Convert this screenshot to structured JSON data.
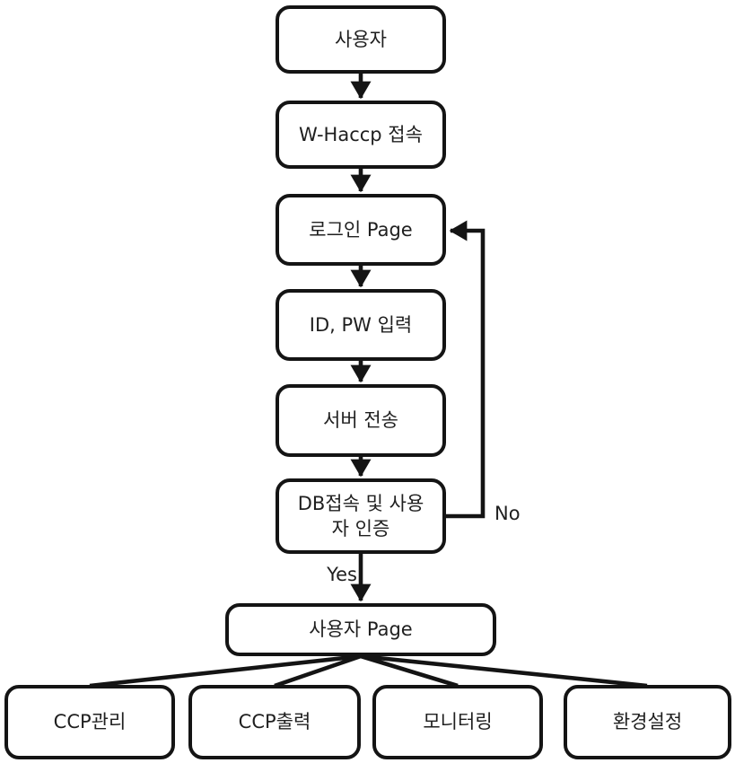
{
  "flow": {
    "nodes": [
      {
        "id": "user",
        "label": "사용자"
      },
      {
        "id": "whaccp-connect",
        "label": "W-Haccp 접속"
      },
      {
        "id": "login-page",
        "label": "로그인 Page"
      },
      {
        "id": "id-pw-input",
        "label": "ID, PW 입력"
      },
      {
        "id": "server-send",
        "label": "서버 전송"
      },
      {
        "id": "db-auth",
        "label": "DB접속 및 사용\n자 인증"
      },
      {
        "id": "user-page",
        "label": "사용자 Page"
      },
      {
        "id": "ccp-manage",
        "label": "CCP관리"
      },
      {
        "id": "ccp-print",
        "label": "CCP출력"
      },
      {
        "id": "monitoring",
        "label": "모니터링"
      },
      {
        "id": "env-settings",
        "label": "환경설정"
      }
    ],
    "edges": [
      {
        "from": "user",
        "to": "whaccp-connect",
        "label": ""
      },
      {
        "from": "whaccp-connect",
        "to": "login-page",
        "label": ""
      },
      {
        "from": "login-page",
        "to": "id-pw-input",
        "label": ""
      },
      {
        "from": "id-pw-input",
        "to": "server-send",
        "label": ""
      },
      {
        "from": "server-send",
        "to": "db-auth",
        "label": ""
      },
      {
        "from": "db-auth",
        "to": "user-page",
        "label": "Yes"
      },
      {
        "from": "db-auth",
        "to": "login-page",
        "label": "No"
      },
      {
        "from": "user-page",
        "to": "ccp-manage",
        "label": ""
      },
      {
        "from": "user-page",
        "to": "ccp-print",
        "label": ""
      },
      {
        "from": "user-page",
        "to": "monitoring",
        "label": ""
      },
      {
        "from": "user-page",
        "to": "env-settings",
        "label": ""
      }
    ],
    "edge_labels": {
      "yes": "Yes",
      "no": "No"
    },
    "colors": {
      "line": "#141414",
      "background": "#ffffff",
      "box_fill": "#ffffff",
      "text": "#1f1f1f"
    }
  }
}
